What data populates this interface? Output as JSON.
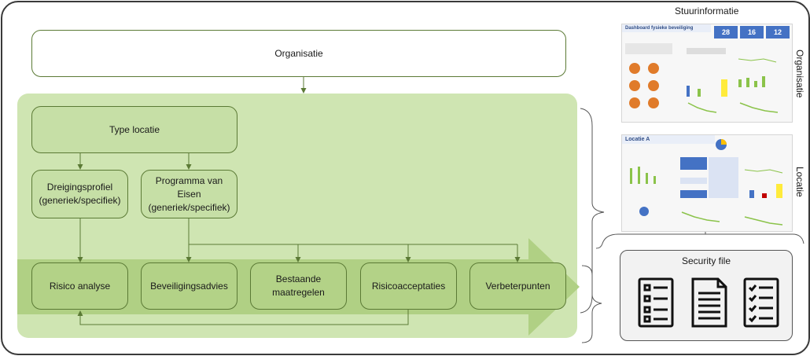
{
  "title": "Stuurinformatie",
  "nodes": {
    "organisatie": "Organisatie",
    "type_locatie": "Type locatie",
    "dreigingsprofiel": "Dreigingsprofiel\n(generiek/specifiek)",
    "programma": "Programma van\nEisen\n(generiek/specifiek)",
    "risico_analyse": "Risico analyse",
    "beveiligingsadvies": "Beveiligingsadvies",
    "bestaande": "Bestaande\nmaatregelen",
    "risicoacceptaties": "Risicoacceptaties",
    "verbeterpunten": "Verbeterpunten"
  },
  "side_labels": {
    "organisatie": "Organisatie",
    "locatie": "Locatie"
  },
  "dashboard1": {
    "title": "Dashboard fysieke beveiliging",
    "kpis": [
      "28",
      "16",
      "12"
    ]
  },
  "dashboard2": {
    "title": "Locatie A"
  },
  "security_file": {
    "title": "Security file",
    "icons": [
      "checklist-icon",
      "document-icon",
      "checkmark-list-icon"
    ]
  },
  "colors": {
    "panel_green": "#b6d48f",
    "box_green": "#c6dfa6",
    "arrow_band": "#a6c97a",
    "line": "#5b7a35"
  }
}
